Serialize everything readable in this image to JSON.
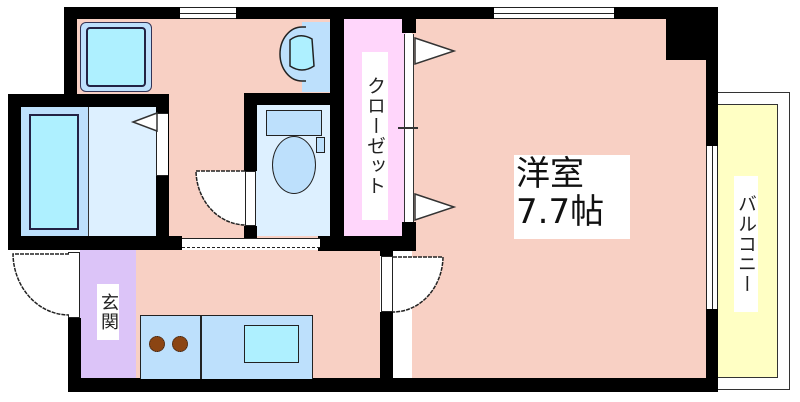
{
  "floor_plan": {
    "rooms": {
      "western_room": {
        "label_line1": "洋室",
        "label_line2": "7.7帖",
        "area_jo": "7.7",
        "color": "#f8d0c4"
      },
      "closet": {
        "label": "クローゼット",
        "color": "#ffd6fb"
      },
      "balcony": {
        "label": "バルコニー",
        "color": "#ffffc4"
      },
      "entrance": {
        "label": "玄関",
        "color": "#dcc4f8"
      },
      "bathroom": {
        "color": "#ddf0ff",
        "tub_color": "#aef0ff"
      },
      "toilet": {
        "color": "#ddf0ff"
      },
      "washroom_kitchen": {
        "color": "#f8d0c4"
      }
    },
    "colors": {
      "wall": "#000000",
      "floor_pink": "#f8d0c4",
      "fixture_blue": "#bde0fc",
      "fixture_cyan": "#aef0ff",
      "burner": "#8b4513"
    },
    "fixtures": [
      "washing-machine",
      "washbasin",
      "bathtub",
      "toilet",
      "kitchen-counter",
      "stove-burners",
      "sink"
    ]
  }
}
